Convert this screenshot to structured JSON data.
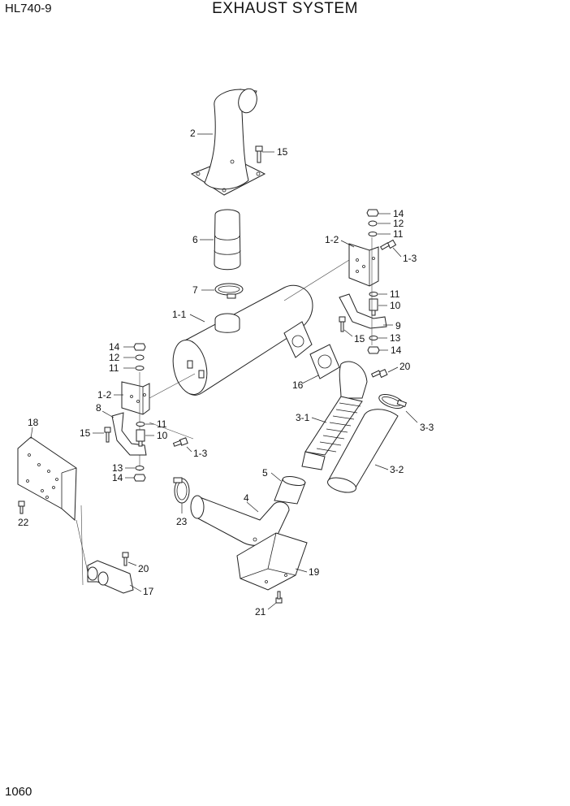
{
  "header": {
    "model": "HL740-9",
    "title": "EXHAUST SYSTEM"
  },
  "footer": {
    "page_number": "1060"
  },
  "callouts": {
    "c2": "2",
    "c15a": "15",
    "c6": "6",
    "c7": "7",
    "c1_1": "1-1",
    "c14a": "14",
    "c12a": "12",
    "c11a": "11",
    "c1_2a": "1-2",
    "c1_3a": "1-3",
    "c11b": "11",
    "c10a": "10",
    "c9": "9",
    "c15b": "15",
    "c13a": "13",
    "c14b": "14",
    "c20a": "20",
    "c16": "16",
    "c14c": "14",
    "c12b": "12",
    "c11c": "11",
    "c1_2b": "1-2",
    "c8": "8",
    "c15c": "15",
    "c11d": "11",
    "c10b": "10",
    "c1_3b": "1-3",
    "c13b": "13",
    "c14d": "14",
    "c18": "18",
    "c22": "22",
    "c3_1": "3-1",
    "c3_3": "3-3",
    "c3_2": "3-2",
    "c5": "5",
    "c4": "4",
    "c23": "23",
    "c19": "19",
    "c21": "21",
    "c20b": "20",
    "c17": "17"
  }
}
